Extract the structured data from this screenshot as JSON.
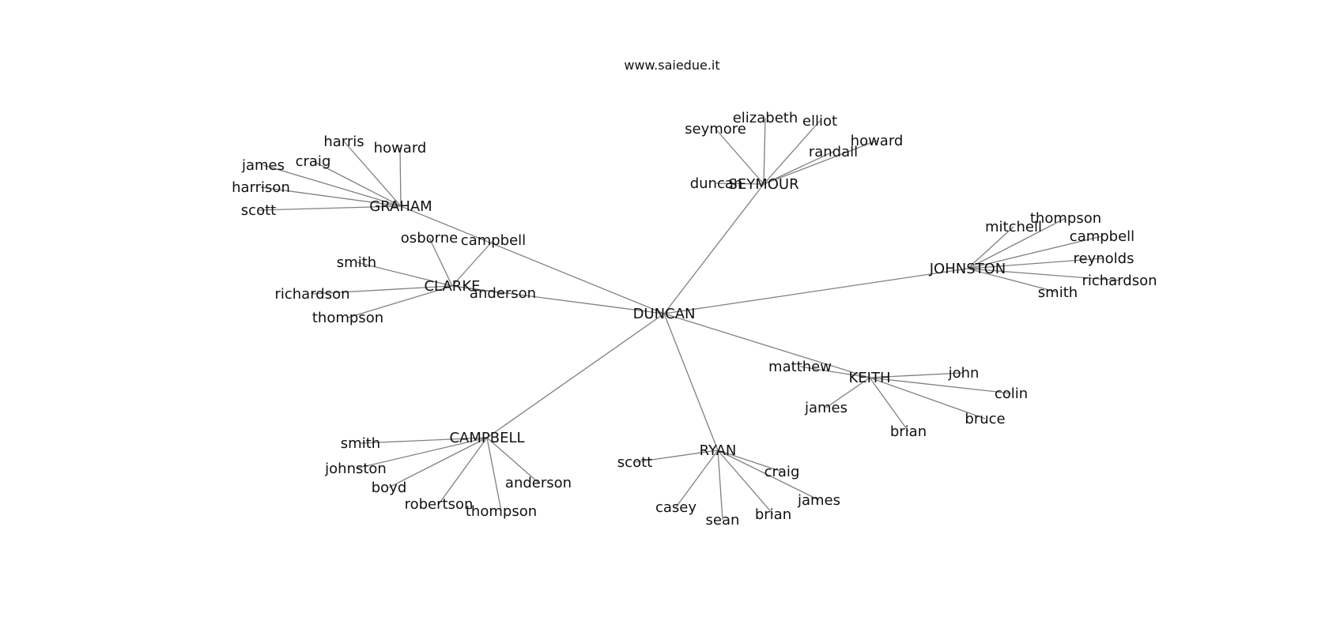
{
  "site": "www.saiedue.it",
  "graph": {
    "root": "DUNCAN",
    "clusters": [
      {
        "hub": "GRAHAM",
        "leaves": [
          "harris",
          "howard",
          "craig",
          "james",
          "harrison",
          "scott"
        ]
      },
      {
        "hub": "SEYMOUR",
        "leaves": [
          "seymore",
          "elizabeth",
          "elliot",
          "howard",
          "randall",
          "duncan"
        ]
      },
      {
        "hub": "JOHNSTON",
        "leaves": [
          "thompson",
          "mitchell",
          "campbell",
          "reynolds",
          "richardson",
          "smith"
        ]
      },
      {
        "hub": "CLARKE",
        "leaves": [
          "osborne",
          "campbell",
          "smith",
          "richardson",
          "thompson",
          "anderson"
        ]
      },
      {
        "hub": "KEITH",
        "leaves": [
          "matthew",
          "john",
          "colin",
          "james",
          "bruce",
          "brian"
        ]
      },
      {
        "hub": "CAMPBELL",
        "leaves": [
          "smith",
          "johnston",
          "boyd",
          "robertson",
          "thompson",
          "anderson"
        ]
      },
      {
        "hub": "RYAN",
        "leaves": [
          "scott",
          "craig",
          "james",
          "casey",
          "sean",
          "brian"
        ]
      }
    ]
  }
}
